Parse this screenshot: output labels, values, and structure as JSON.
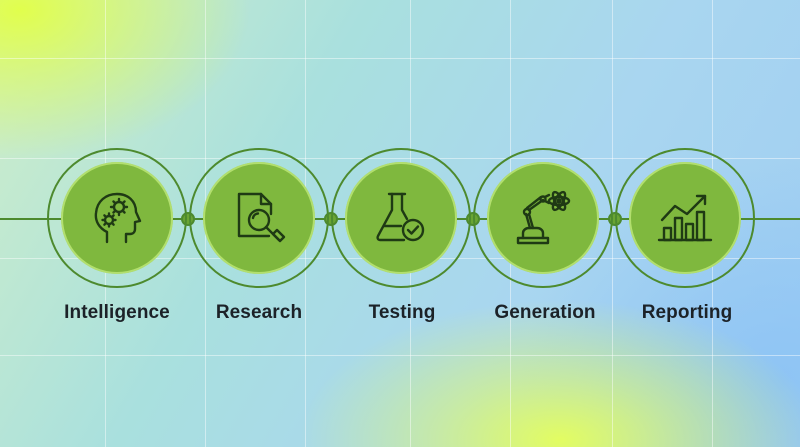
{
  "steps": [
    {
      "label": "Intelligence",
      "icon": "head-gears-icon"
    },
    {
      "label": "Research",
      "icon": "document-magnifier-icon"
    },
    {
      "label": "Testing",
      "icon": "flask-check-icon"
    },
    {
      "label": "Generation",
      "icon": "robot-arm-atom-icon"
    },
    {
      "label": "Reporting",
      "icon": "bar-chart-growth-icon"
    }
  ],
  "colors": {
    "disc": "#7fb83e",
    "stroke": "#4d8a2e",
    "icon": "#1f3a14",
    "label": "#1c2228"
  }
}
